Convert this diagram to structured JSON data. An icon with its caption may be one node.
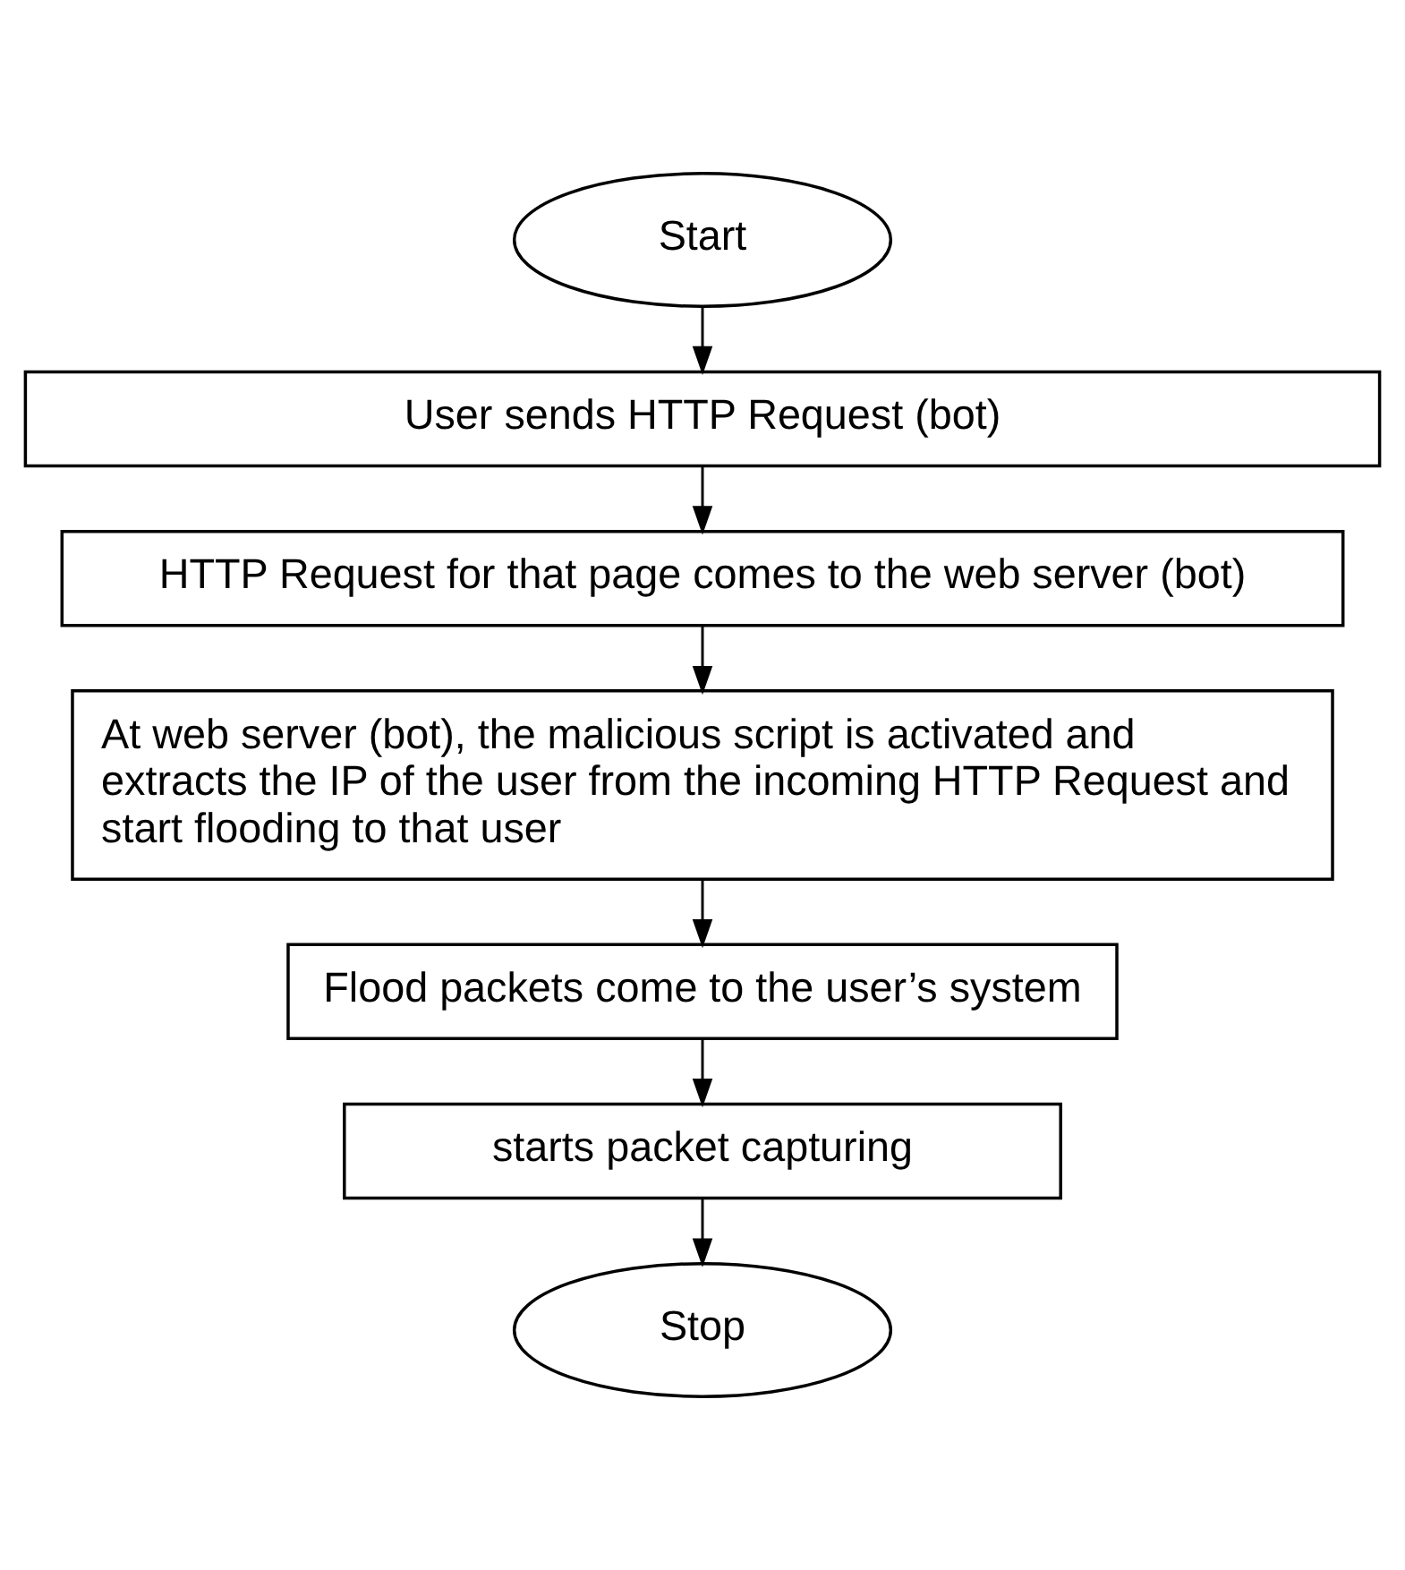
{
  "diagram": {
    "nodes": [
      {
        "text": [
          "Start"
        ]
      },
      {
        "text": [
          "User sends HTTP Request (bot)"
        ]
      },
      {
        "text": [
          "HTTP Request for that page comes to the web server (bot)"
        ]
      },
      {
        "text": [
          "At web server (bot), the malicious script is activated and extracts the IP of the user from the incoming HTTP Request and start flooding to that user"
        ]
      },
      {
        "text": [
          "Flood packets come to the user’s system"
        ]
      },
      {
        "text": [
          "starts packet capturing"
        ]
      },
      {
        "text": [
          "Stop"
        ]
      }
    ],
    "edges": [
      {
        "from": 0,
        "to": 1,
        "arrow": "to"
      },
      {
        "from": 1,
        "to": 2,
        "arrow": "to"
      },
      {
        "from": 2,
        "to": 3,
        "arrow": "to"
      },
      {
        "from": 3,
        "to": 4,
        "arrow": "to"
      },
      {
        "from": 4,
        "to": 5,
        "arrow": "to"
      },
      {
        "from": 5,
        "to": 6,
        "arrow": "to"
      }
    ]
  }
}
